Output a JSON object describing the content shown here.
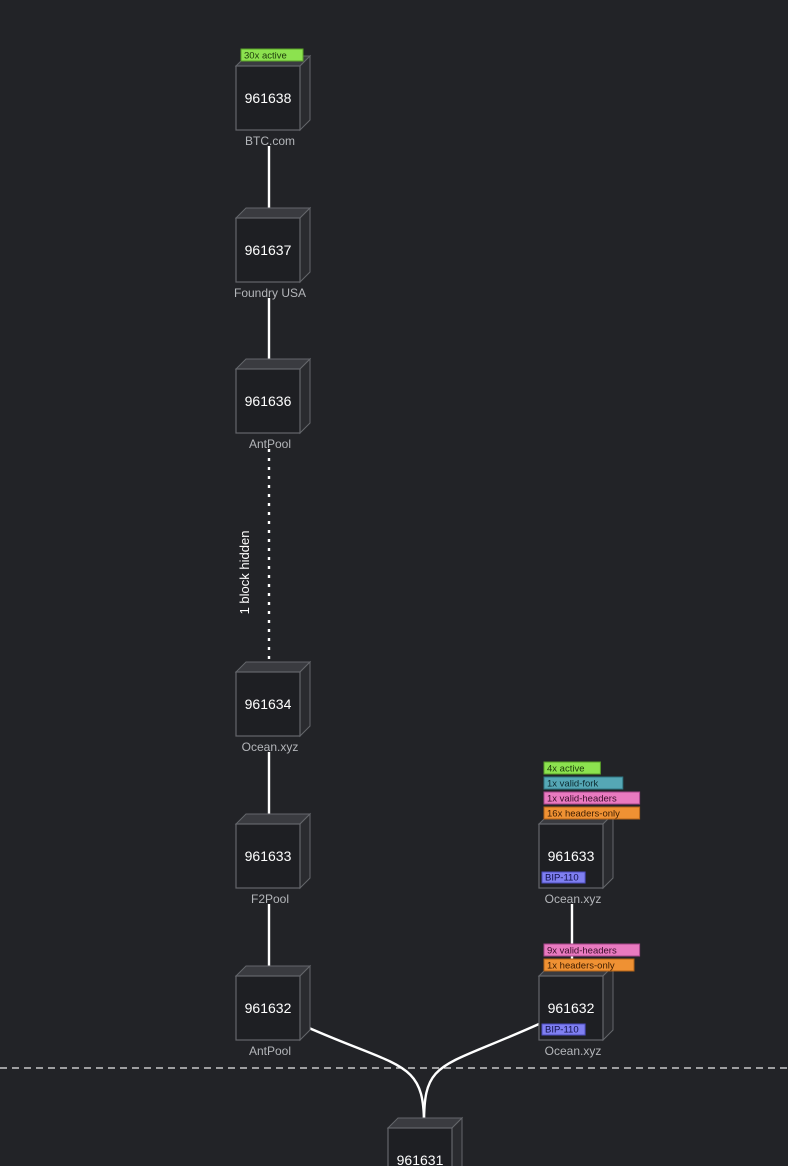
{
  "colors": {
    "background": "#222327",
    "tags": {
      "active": {
        "bg": "#8ce24f",
        "border": "#5aa12a",
        "text": "#1c3a0a"
      },
      "valid-fork": {
        "bg": "#55a7b5",
        "border": "#2e7582",
        "text": "#0c2a30"
      },
      "valid-headers": {
        "bg": "#e97ac0",
        "border": "#a8458a",
        "text": "#3a0d2a"
      },
      "headers-only": {
        "bg": "#ef9133",
        "border": "#b3631a",
        "text": "#3d1c00"
      },
      "BIP-110": {
        "bg": "#7f7ff1",
        "border": "#4d4dc0",
        "text": "#10104a"
      }
    }
  },
  "edges": [
    {
      "from": "b961638",
      "to": "b961637",
      "style": "solid"
    },
    {
      "from": "b961637",
      "to": "b961636",
      "style": "solid"
    },
    {
      "from": "b961636",
      "to": "b961634",
      "style": "dotted",
      "label": "1 block hidden"
    },
    {
      "from": "b961634",
      "to": "b961633a",
      "style": "solid"
    },
    {
      "from": "b961633a",
      "to": "b961632a",
      "style": "solid"
    },
    {
      "from": "b961633b",
      "to": "b961632b",
      "style": "solid"
    },
    {
      "from": "b961632a",
      "to": "b961631",
      "style": "curve"
    },
    {
      "from": "b961632b",
      "to": "b961631",
      "style": "curve"
    }
  ],
  "blocks": [
    {
      "id": "b961638",
      "height": "961638",
      "pool": "BTC.com",
      "tags_above": [
        {
          "text": "30x active",
          "type": "active"
        }
      ],
      "inner_tags": []
    },
    {
      "id": "b961637",
      "height": "961637",
      "pool": "Foundry USA",
      "tags_above": [],
      "inner_tags": []
    },
    {
      "id": "b961636",
      "height": "961636",
      "pool": "AntPool",
      "tags_above": [],
      "inner_tags": []
    },
    {
      "id": "b961634",
      "height": "961634",
      "pool": "Ocean.xyz",
      "tags_above": [],
      "inner_tags": []
    },
    {
      "id": "b961633a",
      "height": "961633",
      "pool": "F2Pool",
      "tags_above": [],
      "inner_tags": []
    },
    {
      "id": "b961632a",
      "height": "961632",
      "pool": "AntPool",
      "tags_above": [],
      "inner_tags": []
    },
    {
      "id": "b961633b",
      "height": "961633",
      "pool": "Ocean.xyz",
      "tags_above": [
        {
          "text": "4x active",
          "type": "active"
        },
        {
          "text": "1x valid-fork",
          "type": "valid-fork"
        },
        {
          "text": "1x valid-headers",
          "type": "valid-headers"
        },
        {
          "text": "16x headers-only",
          "type": "headers-only"
        }
      ],
      "inner_tags": [
        {
          "text": "BIP-110",
          "type": "BIP-110"
        }
      ]
    },
    {
      "id": "b961632b",
      "height": "961632",
      "pool": "Ocean.xyz",
      "tags_above": [
        {
          "text": "9x valid-headers",
          "type": "valid-headers"
        },
        {
          "text": "1x headers-only",
          "type": "headers-only"
        }
      ],
      "inner_tags": [
        {
          "text": "BIP-110",
          "type": "BIP-110"
        }
      ]
    },
    {
      "id": "b961631",
      "height": "961631",
      "pool": "",
      "tags_above": [],
      "inner_tags": []
    }
  ]
}
